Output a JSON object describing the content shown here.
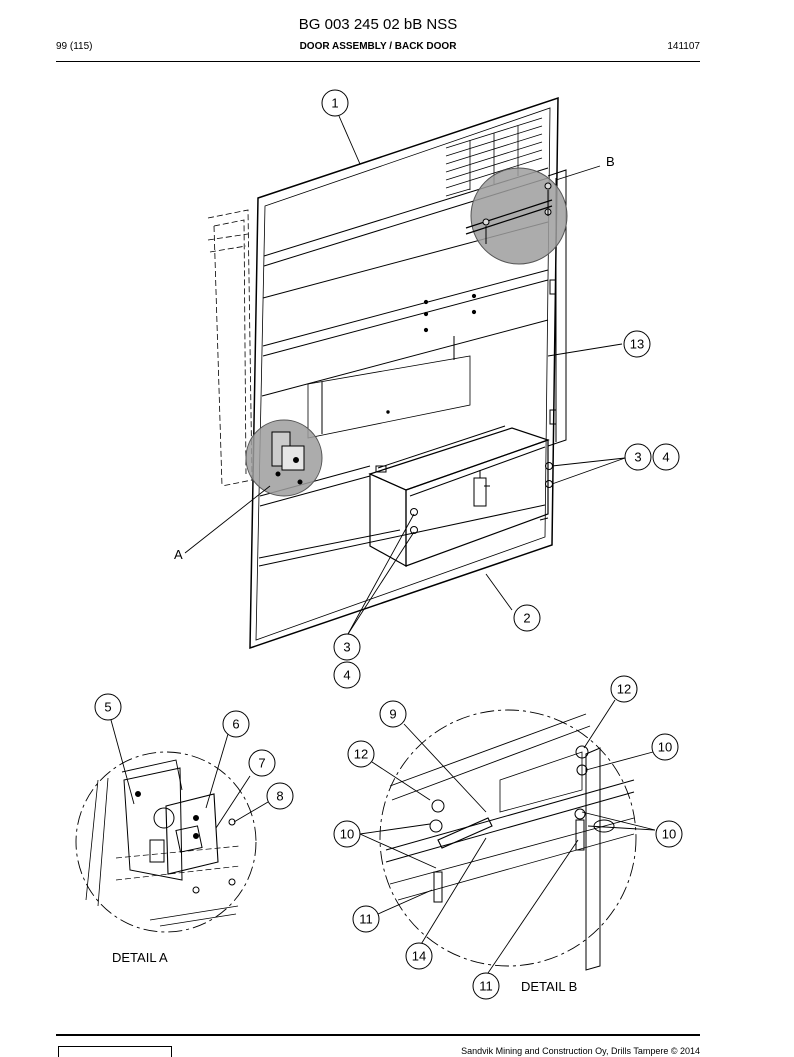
{
  "header": {
    "doc_id": "BG 003 245 02 bB NSS",
    "page": "99 (115)",
    "section": "DOOR ASSEMBLY / BACK DOOR",
    "date_code": "141107"
  },
  "footer": {
    "copyright": "Sandvik Mining and Construction Oy, Drills Tampere © 2014"
  },
  "callouts": {
    "door": "1",
    "box": "2",
    "part3_right": "3",
    "part4_right": "4",
    "part3_bottom": "3",
    "part4_bottom": "4",
    "hinge_bar": "13",
    "detail_a_5": "5",
    "detail_a_6": "6",
    "detail_a_7": "7",
    "detail_a_8": "8",
    "detail_b_9": "9",
    "detail_b_10_left": "10",
    "detail_b_10_right_top": "10",
    "detail_b_10_right": "10",
    "detail_b_11_left": "11",
    "detail_b_11_bottom": "11",
    "detail_b_12_left": "12",
    "detail_b_12_right": "12",
    "detail_b_14": "14"
  },
  "detail_refs": {
    "a": "A",
    "b": "B"
  },
  "detail_labels": {
    "a": "DETAIL A",
    "b": "DETAIL B"
  },
  "colors": {
    "line": "#000000",
    "highlight": "#9e9e9e"
  }
}
